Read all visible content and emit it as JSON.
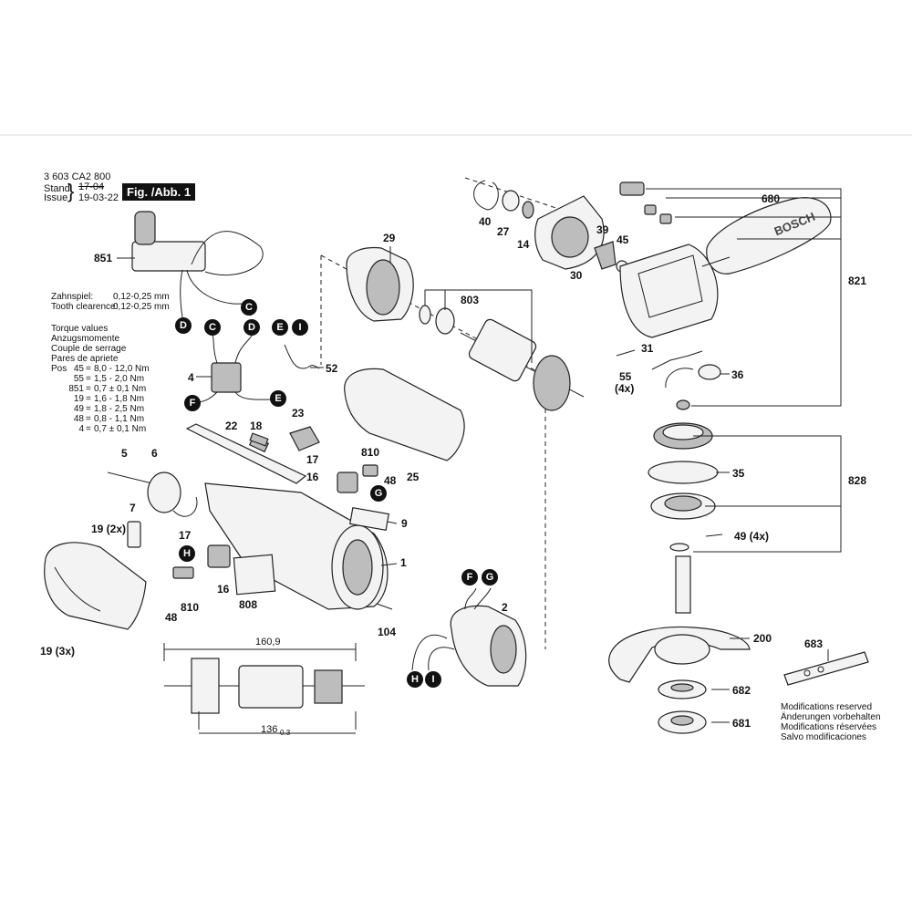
{
  "header": {
    "doc_number": "3 603 CA2 800",
    "stand_label": "Stand",
    "issue_label": "Issue",
    "stand_value": "17-04",
    "issue_value": "19-03-22",
    "figure": "Fig. /Abb. 1"
  },
  "clearance": {
    "line1_label": "Zahnspiel:",
    "line1_value": "0,12-0,25 mm",
    "line2_label": "Tooth clearence:",
    "line2_value": "0,12-0,25 mm"
  },
  "torque": {
    "titles": [
      "Torque values",
      "Anzugsmomente",
      "Couple de serrage",
      "Pares de apriete"
    ],
    "pos_label": "Pos",
    "rows": [
      {
        "pos": "45",
        "value": "8,0 - 12,0 Nm"
      },
      {
        "pos": "55",
        "value": "1,5 - 2,0 Nm"
      },
      {
        "pos": "851",
        "value": "0,7 ± 0,1 Nm"
      },
      {
        "pos": "19",
        "value": "1,6 - 1,8 Nm"
      },
      {
        "pos": "49",
        "value": "1,8 - 2,5 Nm"
      },
      {
        "pos": "48",
        "value": "0,8 - 1,1 Nm"
      },
      {
        "pos": "4",
        "value": "0,7 ± 0,1 Nm"
      }
    ]
  },
  "dimensions": {
    "overall": "160,9",
    "core": "136",
    "core_tol": "-0.3"
  },
  "parts": [
    "851",
    "4",
    "52",
    "22",
    "18",
    "23",
    "5",
    "6",
    "7",
    "19 (2x)",
    "17",
    "810",
    "16",
    "48",
    "808",
    "19 (3x)",
    "29",
    "803",
    "25",
    "9",
    "1",
    "104",
    "2",
    "40",
    "27",
    "14",
    "30",
    "39",
    "45",
    "680",
    "821",
    "31",
    "55",
    "(4x)",
    "36",
    "35",
    "828",
    "49 (4x)",
    "200",
    "683",
    "682",
    "681",
    "810",
    "16",
    "48",
    "17"
  ],
  "connectors": [
    "C",
    "D",
    "C",
    "D",
    "E",
    "I",
    "F",
    "E",
    "G",
    "H",
    "F",
    "G",
    "H",
    "I"
  ],
  "notes": [
    "Modifications reserved",
    "Änderungen vorbehalten",
    "Modifications réservées",
    "Salvo modificaciones"
  ],
  "brand": "BOSCH"
}
